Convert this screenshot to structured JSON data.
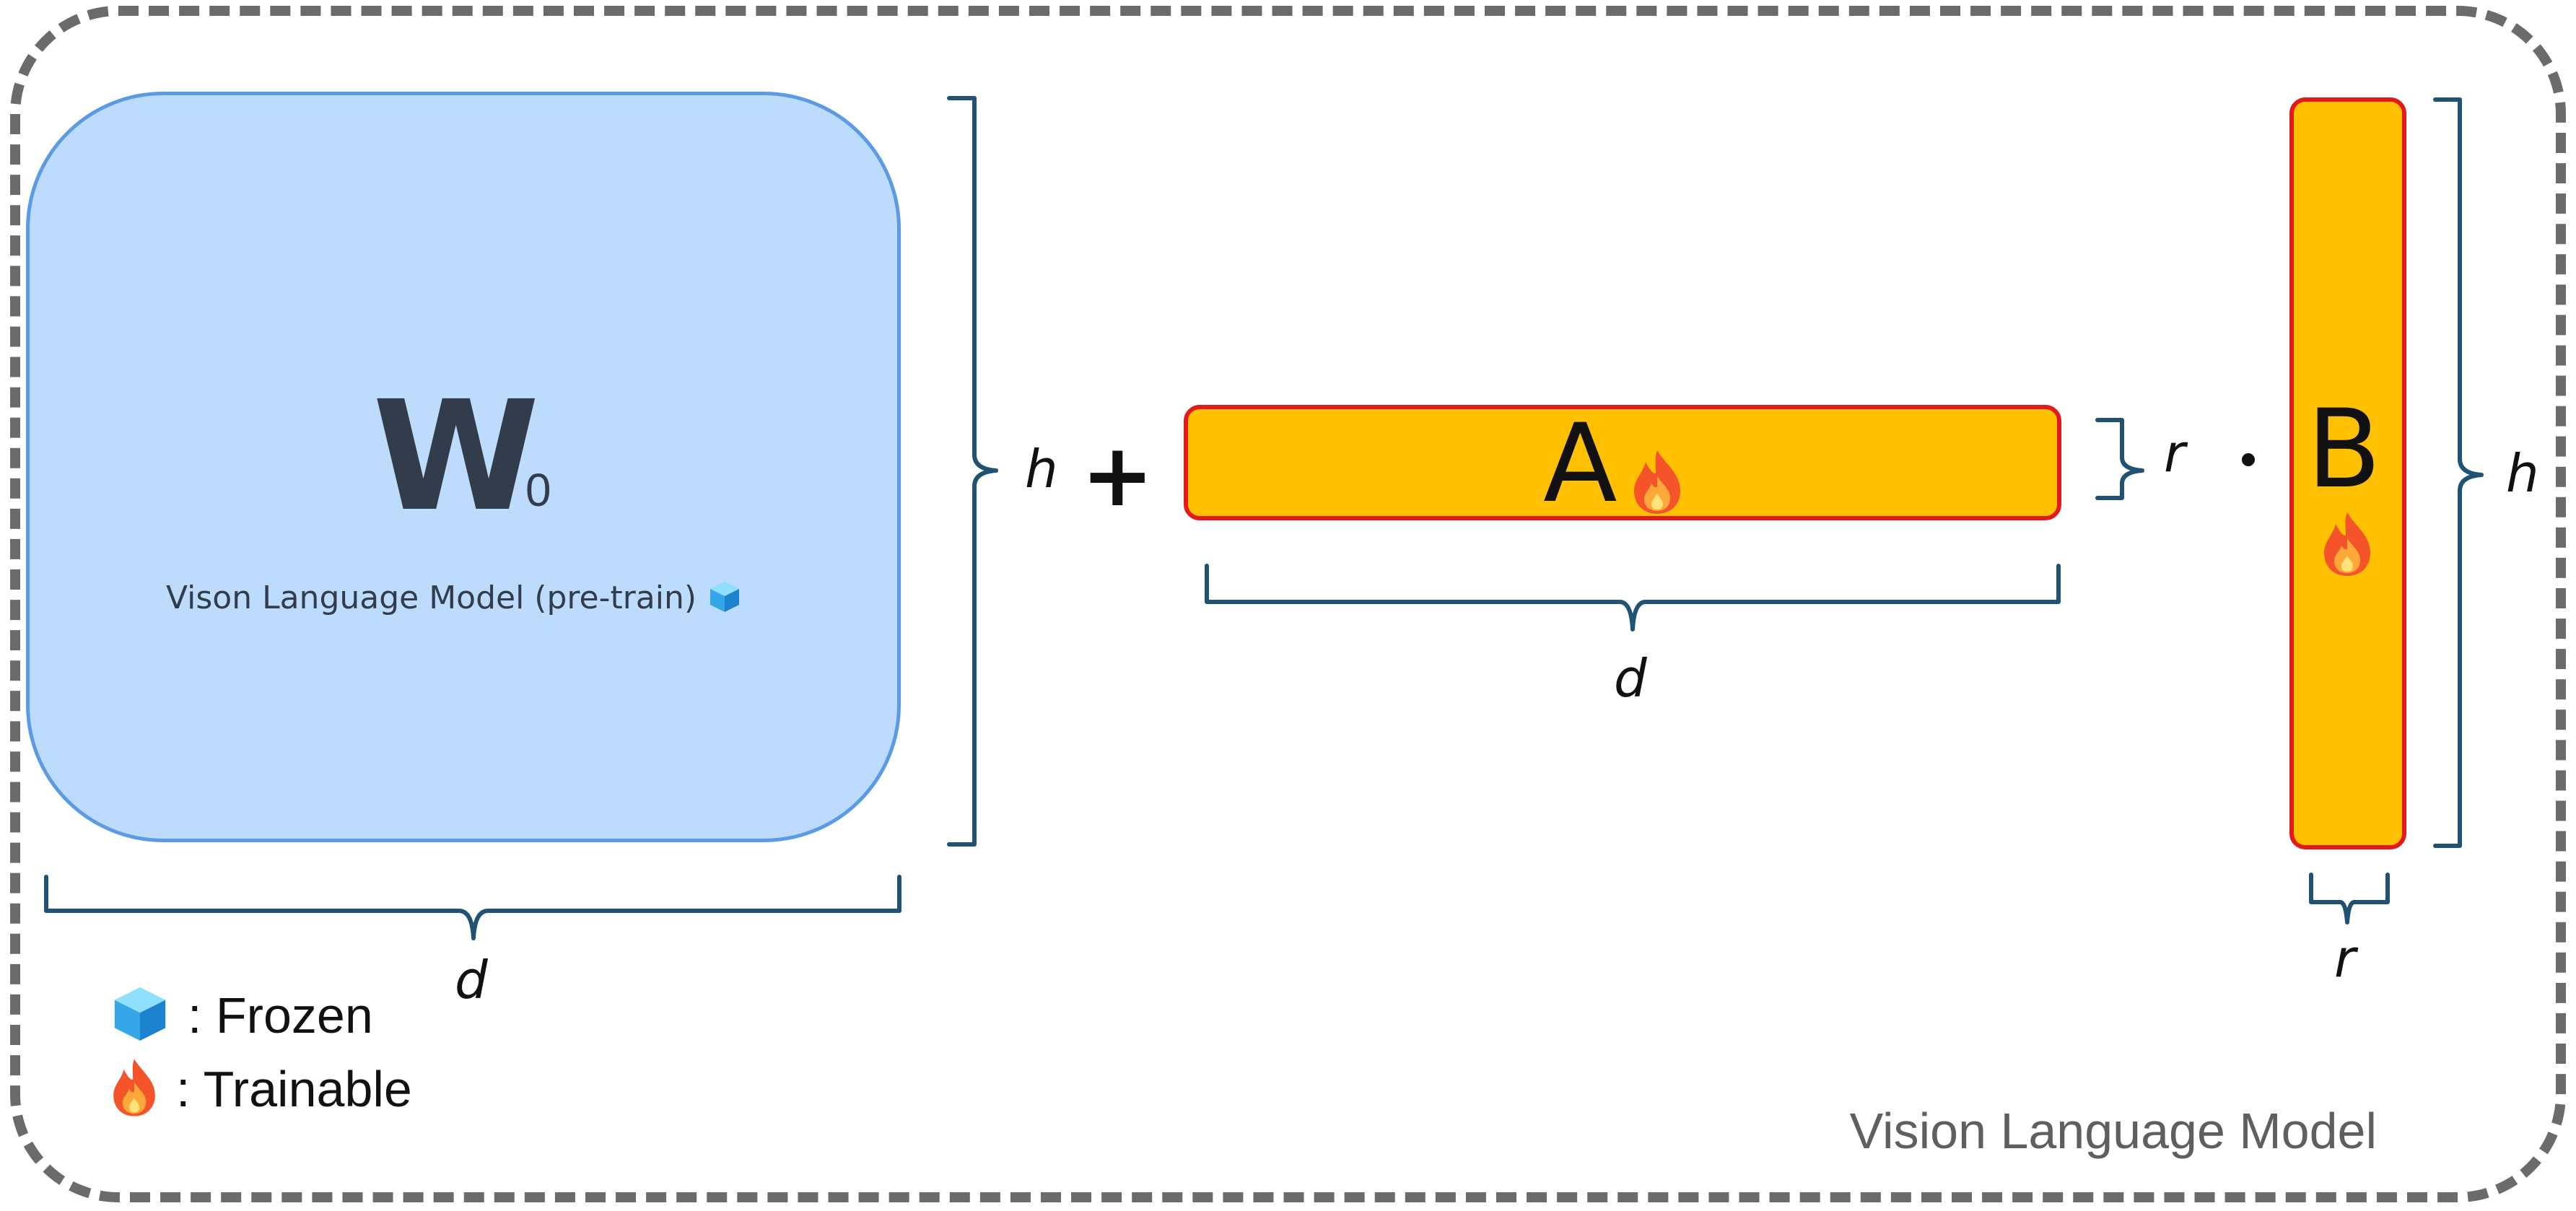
{
  "diagram": {
    "frame_caption": "Vision Language Model",
    "pretrained_matrix": {
      "symbol": "W",
      "subscript": "0",
      "caption": "Vison Language Model (pre-train)",
      "icon": "ice-cube-icon",
      "width_label": "d",
      "height_label": "h"
    },
    "operator_plus": "+",
    "matrix_a": {
      "label": "A",
      "icon": "fire-icon",
      "width_label": "d",
      "height_label": "r"
    },
    "operator_dot": "·",
    "matrix_b": {
      "label": "B",
      "icon": "fire-icon",
      "width_label": "r",
      "height_label": "h"
    },
    "legend": [
      {
        "icon": "ice-cube-icon",
        "label": ": Frozen"
      },
      {
        "icon": "fire-icon",
        "label": ": Trainable"
      }
    ]
  },
  "colors": {
    "frozen_fill": "#bddbfc",
    "frozen_border": "#5b9be6",
    "trainable_fill": "#fec000",
    "trainable_border": "#e41a1a",
    "bracket": "#1f5273",
    "frame": "#6b6b6b"
  }
}
